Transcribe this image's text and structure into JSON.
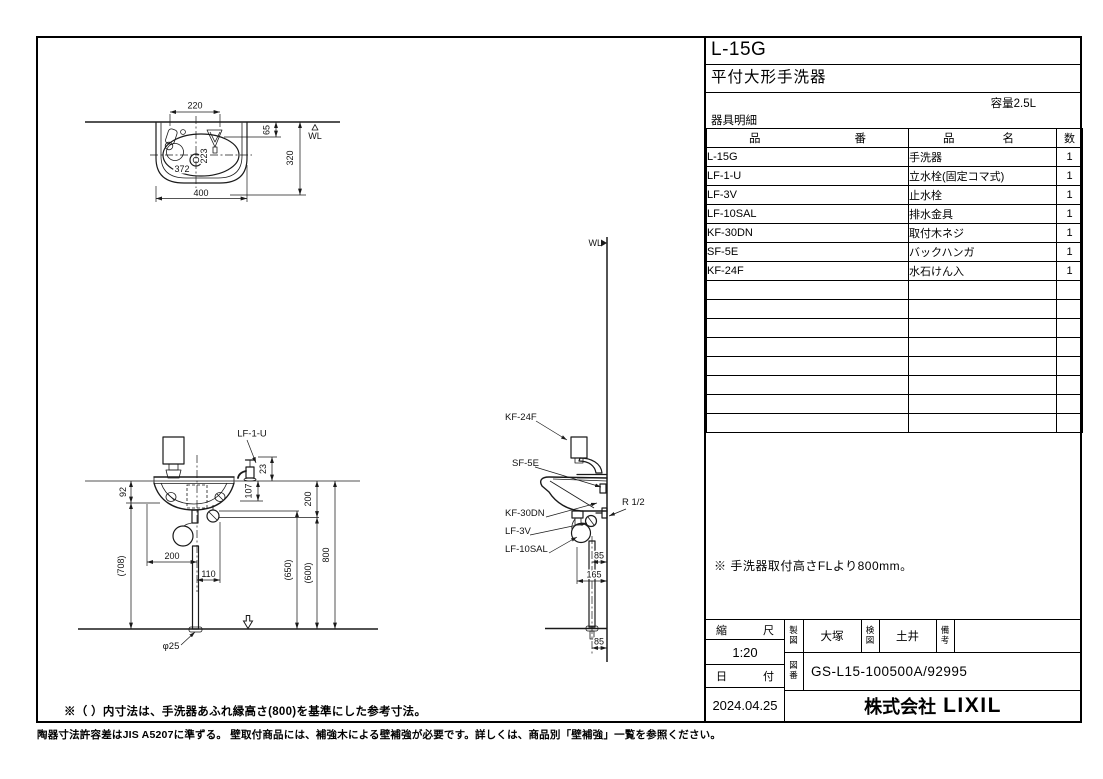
{
  "doc": {
    "product_code": "L-15G",
    "product_name": "平付大形手洗器",
    "capacity": "容量2.5L",
    "parts_list_label": "器具明細",
    "note_main": "※ 手洗器取付高さFLより800mm。",
    "note_dims": "※（ ）内寸法は、手洗器あふれ縁高さ(800)を基準にした参考寸法。",
    "note_footer": "陶器寸法許容差はJIS A5207に準ずる。 壁取付商品には、補強木による壁補強が必要です。詳しくは、商品別「壁補強」一覧を参照ください。"
  },
  "parts_table": {
    "header": {
      "no_1": "品",
      "no_2": "番",
      "name_1": "品",
      "name_2": "名",
      "qty": "数"
    },
    "rows": [
      {
        "no": "L-15G",
        "name": "手洗器",
        "qty": "1"
      },
      {
        "no": "LF-1-U",
        "name": "立水栓(固定コマ式)",
        "qty": "1"
      },
      {
        "no": "LF-3V",
        "name": "止水栓",
        "qty": "1"
      },
      {
        "no": "LF-10SAL",
        "name": "排水金具",
        "qty": "1"
      },
      {
        "no": "KF-30DN",
        "name": "取付木ネジ",
        "qty": "1"
      },
      {
        "no": "SF-5E",
        "name": "バックハンガ",
        "qty": "1"
      },
      {
        "no": "KF-24F",
        "name": "水石けん入",
        "qty": "1"
      }
    ]
  },
  "title_block": {
    "scale_label_1": "縮",
    "scale_label_2": "尺",
    "scale_value": "1:20",
    "date_label_1": "日",
    "date_label_2": "付",
    "date_value": "2024.04.25",
    "drafter_label": "製図",
    "drafter_value": "大塚",
    "checker_label": "検図",
    "checker_value": "土井",
    "remarks_label": "備考",
    "remarks_value": "",
    "dwg_no_label": "図番",
    "dwg_no_value": "GS-L15-100500A/92995",
    "company_prefix": "株式会社",
    "company_name": "LIXIL"
  },
  "plan_view": {
    "wl_label": "WL",
    "dim_220": "220",
    "dim_65": "65",
    "dim_320": "320",
    "dim_372": "372",
    "dim_223": "223",
    "dim_400": "400"
  },
  "front_view": {
    "part_label": "LF-1-U",
    "dim_23": "23",
    "dim_92": "92",
    "dim_107": "107",
    "dim_200_right": "200",
    "dim_708": "(708)",
    "dim_650": "(650)",
    "dim_600": "(600)",
    "dim_800": "800",
    "dim_200_bottom": "200",
    "dim_110": "110",
    "dim_phi25": "φ25"
  },
  "side_view": {
    "wl_label": "WL",
    "label_kf24f": "KF-24F",
    "label_sf5e": "SF-5E",
    "label_kf30dn": "KF-30DN",
    "label_lf3v": "LF-3V",
    "label_lf10sal": "LF-10SAL",
    "label_r12": "R 1/2",
    "dim_85_upper": "85",
    "dim_165": "165",
    "dim_85_lower": "85"
  }
}
